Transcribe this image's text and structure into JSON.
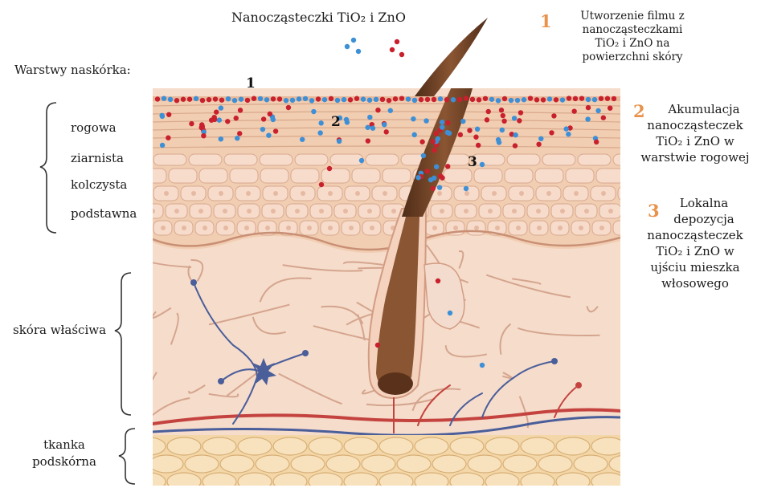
{
  "title": "Nanocząsteczki TiO₂ i ZnO",
  "layers_heading": "Warstwy naskórka:",
  "epidermis_layers": [
    "rogowa",
    "ziarnista",
    "kolczysta",
    "podstawna"
  ],
  "dermis_label": "skóra właściwa",
  "hypodermis_label": [
    "tkanka",
    "podskórna"
  ],
  "markers": [
    "1",
    "2",
    "3"
  ],
  "legend": [
    {
      "number": "1",
      "lines": [
        "Utworzenie filmu z",
        "nanocząsteczkami",
        "TiO₂ i ZnO na",
        "powierzchni skóry"
      ]
    },
    {
      "number": "2",
      "lines": [
        "Akumulacja",
        "nanocząsteczek",
        "TiO₂ i ZnO w",
        "warstwie rogowej"
      ]
    },
    {
      "number": "3",
      "lines": [
        "Lokalna",
        "depozycja",
        "nanocząsteczek",
        "TiO₂ i ZnO w",
        "ujściu mieszka",
        "włosowego"
      ]
    }
  ],
  "colors": {
    "accent_number": "#e8924a",
    "particle_blue": "#3d8fd6",
    "particle_red": "#c8202c",
    "epidermis": "#f1cdb2",
    "dermis": "#f6dccb",
    "hypodermis": "#f3d7a8",
    "hair": "#6b3f26",
    "vessel_blue": "#4a5e9a",
    "vessel_red": "#c4433f"
  }
}
